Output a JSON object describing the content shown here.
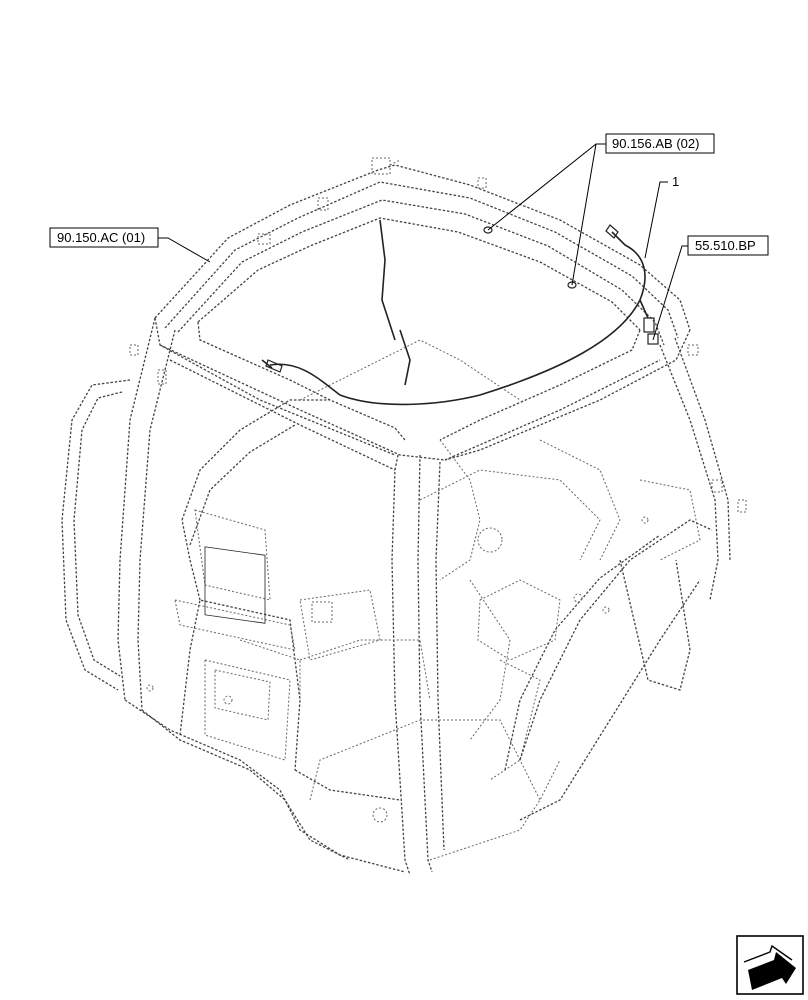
{
  "callouts": {
    "ref_top": "90.156.AB (02)",
    "ref_left": "90.150.AC (01)",
    "ref_right": "55.510.BP",
    "item_number": "1"
  },
  "icons": {
    "nav_icon": "next-page-arrow-icon"
  }
}
